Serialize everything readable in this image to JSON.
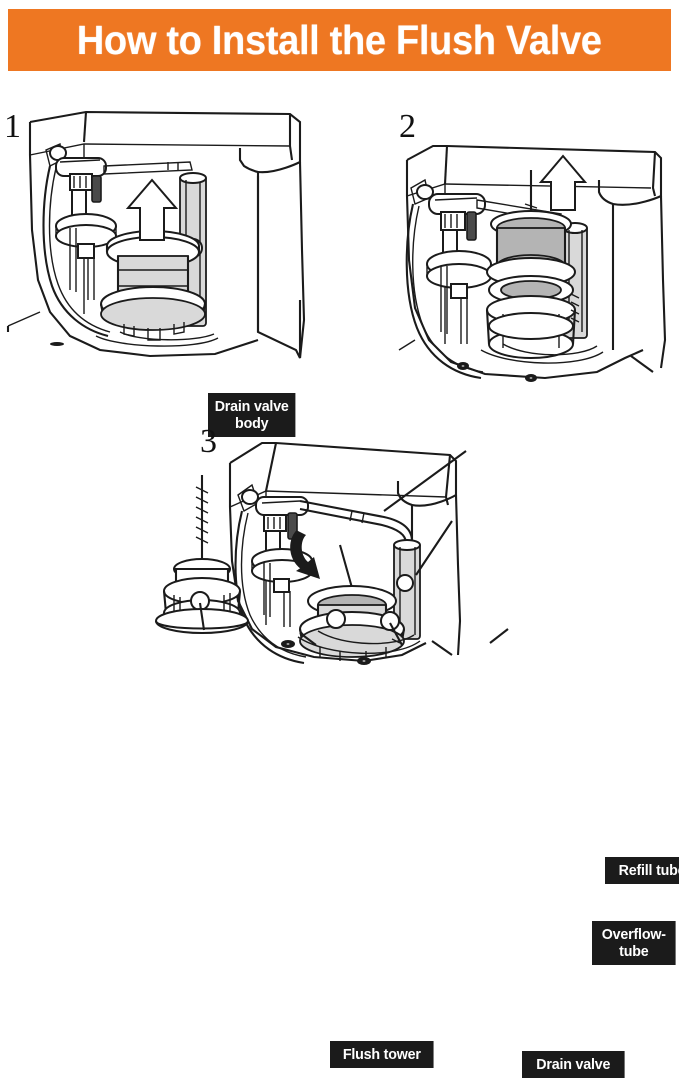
{
  "header": {
    "title": "How to Install the Flush Valve",
    "background_color": "#ee7722",
    "text_color": "#ffffff"
  },
  "page": {
    "background_color": "#ffffff",
    "line_art_color": "#1b1b1b",
    "callout_background": "#1b1b1b",
    "callout_text_color": "#ffffff"
  },
  "panels": [
    {
      "number": "1",
      "callouts": [
        {
          "name": "drain-valve-body",
          "label": "Drain valve\nbody"
        }
      ],
      "arrows": [
        {
          "name": "lift-up-arrow",
          "direction": "up",
          "style": "outlined-block"
        }
      ]
    },
    {
      "number": "2",
      "callouts": [],
      "arrows": [
        {
          "name": "lift-up-arrow",
          "direction": "up",
          "style": "outlined-block"
        }
      ]
    },
    {
      "number": "3",
      "callouts": [
        {
          "name": "refill-tube",
          "label": "Refill tube"
        },
        {
          "name": "overflow-tube",
          "label": "Overflow-\ntube"
        },
        {
          "name": "flush-tower",
          "label": "Flush tower"
        },
        {
          "name": "drain-valve",
          "label": "Drain valve"
        }
      ],
      "arrows": [
        {
          "name": "rotate-arrow",
          "direction": "counter-clockwise",
          "style": "curved-solid"
        }
      ]
    }
  ]
}
